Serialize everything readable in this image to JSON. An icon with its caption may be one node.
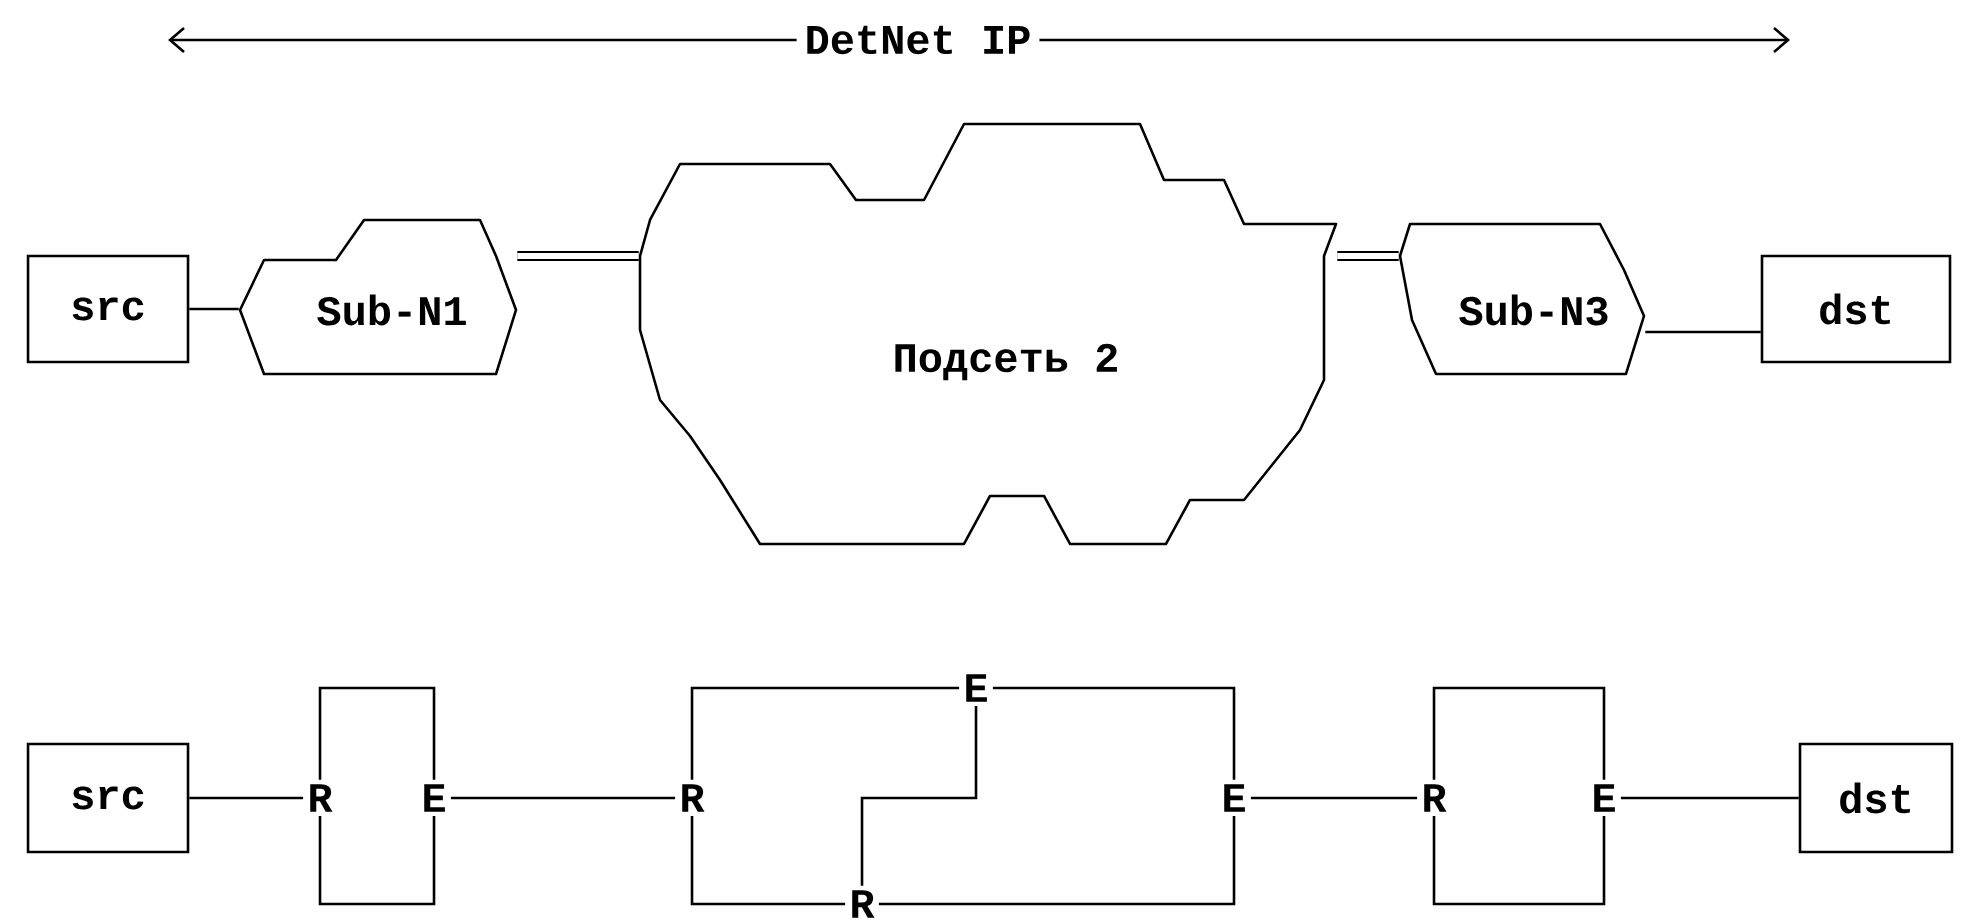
{
  "diagram": {
    "nodes": [
      {
        "text": [
          "src"
        ]
      },
      {
        "text": [
          "Sub-N1"
        ]
      },
      {
        "text": [
          "Подсеть 2"
        ]
      },
      {
        "text": [
          "Sub-N3"
        ]
      },
      {
        "text": [
          "dst"
        ]
      },
      {
        "text": [
          "src"
        ]
      },
      {
        "text": [
          "R"
        ]
      },
      {
        "text": [
          "E"
        ]
      },
      {
        "text": [
          "R"
        ]
      },
      {
        "text": [
          "E"
        ]
      },
      {
        "text": [
          "R"
        ]
      },
      {
        "text": [
          "E"
        ]
      },
      {
        "text": [
          "R"
        ]
      },
      {
        "text": [
          "E"
        ]
      },
      {
        "text": [
          "dst"
        ]
      }
    ],
    "edges": [
      {
        "from": 0,
        "to": 1,
        "arrow": "none"
      },
      {
        "from": 1,
        "to": 2,
        "arrow": "none",
        "style": "thick"
      },
      {
        "from": 2,
        "to": 3,
        "arrow": "none",
        "style": "thick"
      },
      {
        "from": 3,
        "to": 4,
        "arrow": "none"
      },
      {
        "from": 5,
        "to": 6,
        "arrow": "none"
      },
      {
        "from": 6,
        "to": 7,
        "arrow": "none"
      },
      {
        "from": 6,
        "to": 7,
        "arrow": "none"
      },
      {
        "from": 7,
        "to": 8,
        "arrow": "none"
      },
      {
        "from": 8,
        "to": 9,
        "arrow": "none"
      },
      {
        "from": 9,
        "to": 11,
        "arrow": "none"
      },
      {
        "from": 8,
        "to": 10,
        "arrow": "none"
      },
      {
        "from": 10,
        "to": 11,
        "arrow": "none"
      },
      {
        "from": 9,
        "to": 10,
        "arrow": "none"
      },
      {
        "from": 11,
        "to": 12,
        "arrow": "none"
      },
      {
        "from": 12,
        "to": 13,
        "arrow": "none"
      },
      {
        "from": 12,
        "to": 13,
        "arrow": "none"
      },
      {
        "from": 13,
        "to": 14,
        "arrow": "none"
      }
    ],
    "labels": [
      "DetNet IP"
    ]
  }
}
